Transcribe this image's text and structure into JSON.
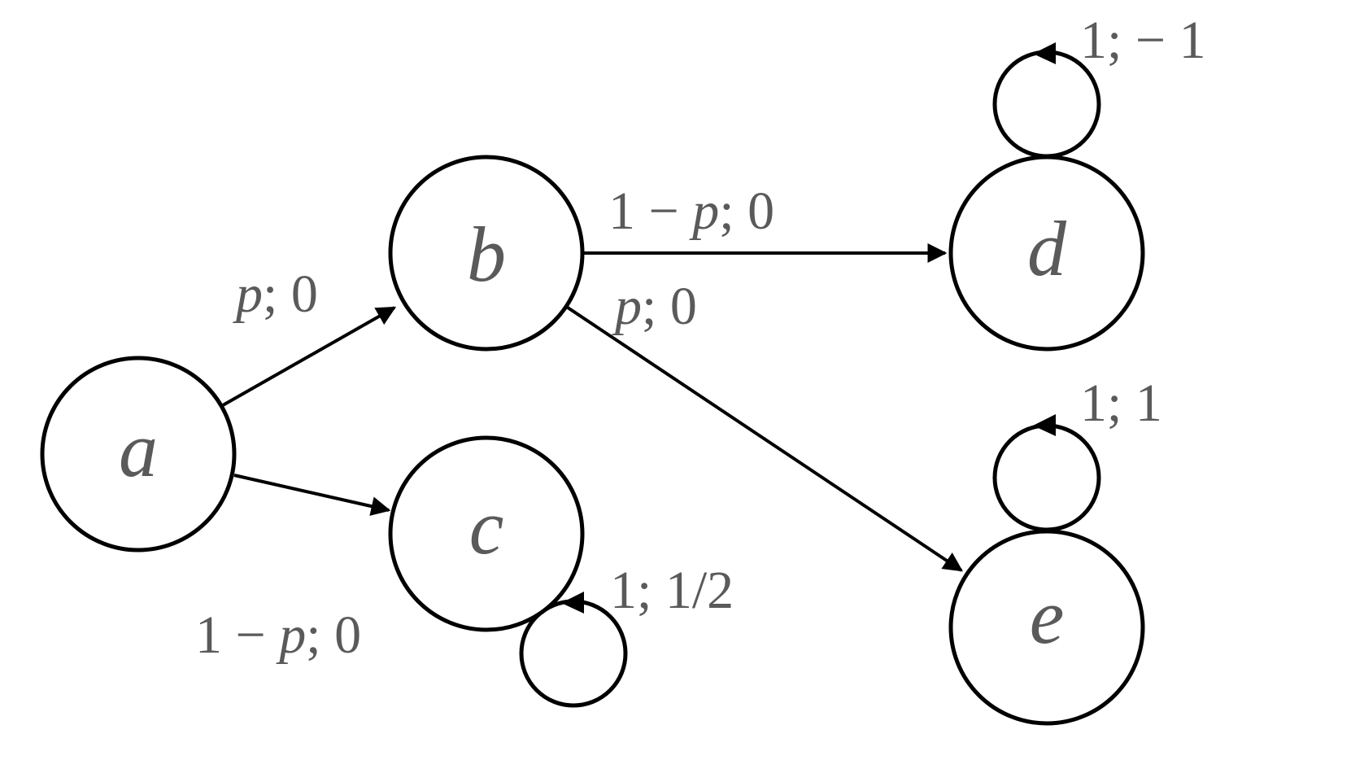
{
  "diagram": {
    "type": "state-transition-graph",
    "nodes": [
      {
        "id": "a",
        "label": "a"
      },
      {
        "id": "b",
        "label": "b"
      },
      {
        "id": "c",
        "label": "c"
      },
      {
        "id": "d",
        "label": "d"
      },
      {
        "id": "e",
        "label": "e"
      }
    ],
    "edges": [
      {
        "id": "a-b",
        "from": "a",
        "to": "b",
        "prob": "p",
        "reward": "0"
      },
      {
        "id": "a-c",
        "from": "a",
        "to": "c",
        "prob": "1 − p",
        "reward": "0"
      },
      {
        "id": "b-d",
        "from": "b",
        "to": "d",
        "prob": "1 − p",
        "reward": "0"
      },
      {
        "id": "b-e",
        "from": "b",
        "to": "e",
        "prob": "p",
        "reward": "0"
      },
      {
        "id": "c-c",
        "from": "c",
        "to": "c",
        "prob": "1",
        "reward": "1/2"
      },
      {
        "id": "d-d",
        "from": "d",
        "to": "d",
        "prob": "1",
        "reward": "− 1"
      },
      {
        "id": "e-e",
        "from": "e",
        "to": "e",
        "prob": "1",
        "reward": "1"
      }
    ]
  }
}
